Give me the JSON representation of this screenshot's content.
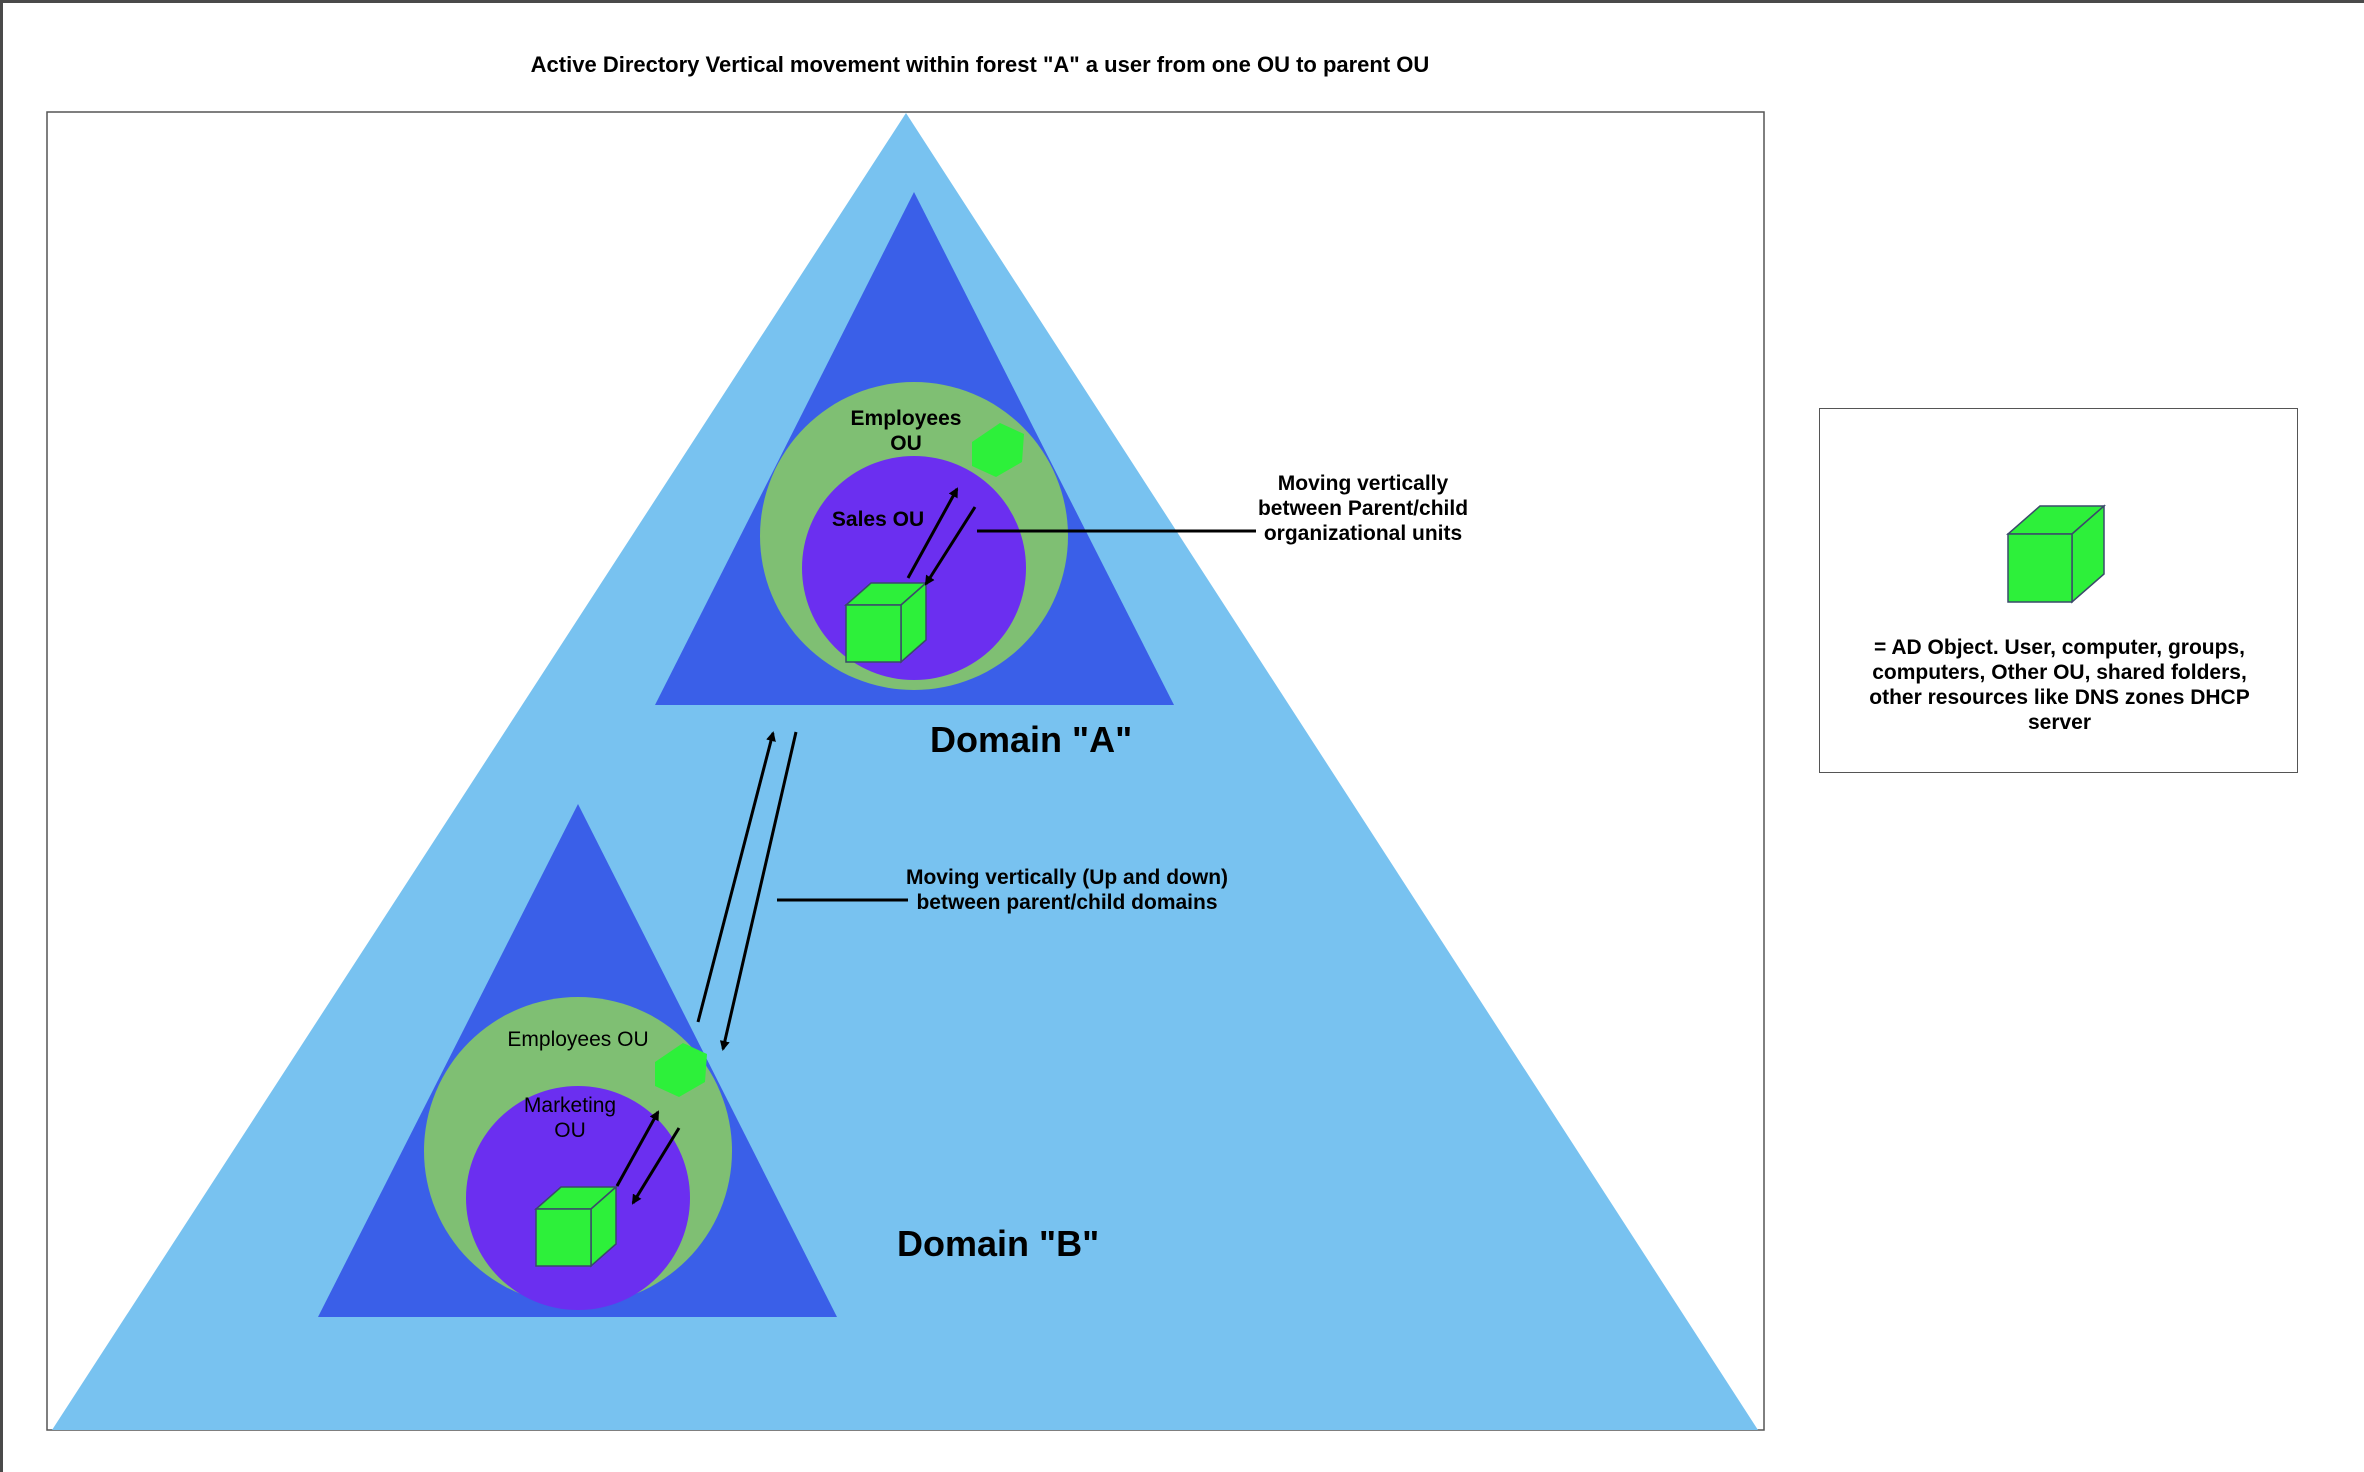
{
  "title": "Active Directory Vertical movement within forest \"A\" a user from one OU to parent OU",
  "domain_a": {
    "label": "Domain \"A\"",
    "parent_ou": "Employees OU",
    "child_ou": "Sales OU"
  },
  "domain_b": {
    "label": "Domain \"B\"",
    "parent_ou": "Employees OU",
    "child_ou": "Marketing OU"
  },
  "annotations": {
    "ou_movement": "Moving  vertically between Parent/child organizational units",
    "domain_movement": "Moving vertically (Up and down) between parent/child domains"
  },
  "legend": {
    "text": "= AD Object. User, computer, groups, computers, Other OU,  shared folders, other resources like DNS zones DHCP server"
  },
  "colors": {
    "forest": "#78c2f0",
    "domain": "#3a5fe8",
    "parent_ou": "#7fbf73",
    "child_ou": "#6b2ff0",
    "ad_object": "#2df03a"
  }
}
